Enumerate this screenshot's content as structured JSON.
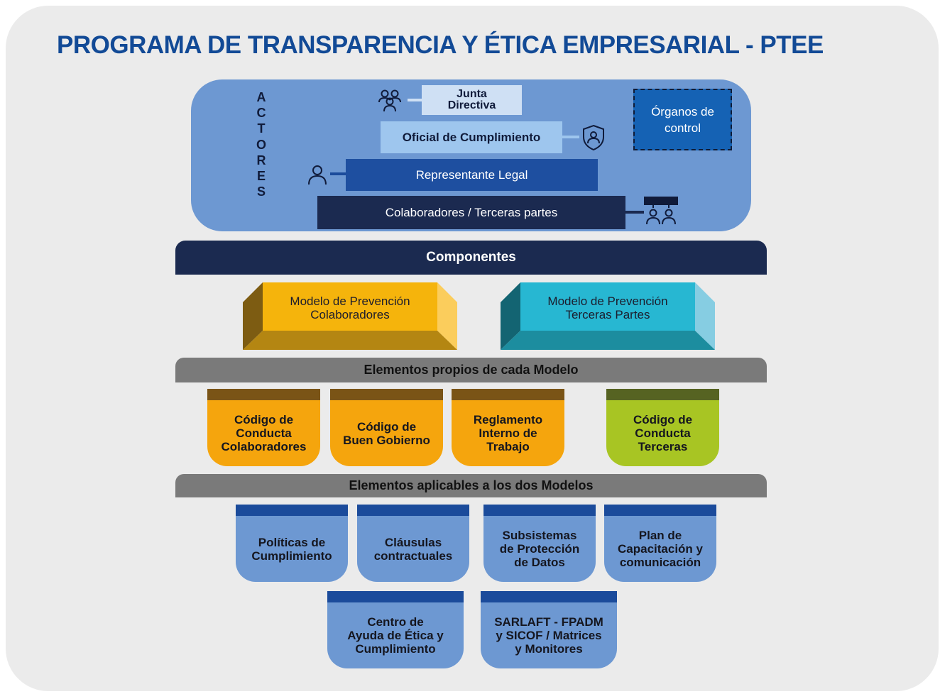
{
  "title": "PROGRAMA DE TRANSPARENCIA Y ÉTICA EMPRESARIAL - PTEE",
  "actores": {
    "vertical_label": [
      "A",
      "C",
      "T",
      "O",
      "R",
      "E",
      "S"
    ],
    "junta": [
      "Junta",
      "Directiva"
    ],
    "oficial": "Oficial de Cumplimiento",
    "representante": "Representante Legal",
    "colaboradores": "Colaboradores / Terceras partes",
    "organos": [
      "Órganos de",
      "control"
    ],
    "icons": [
      "group-icon",
      "shield-user-icon",
      "user-icon",
      "team-meeting-icon"
    ]
  },
  "componentes": {
    "header": "Componentes",
    "modelo_colaboradores": [
      "Modelo de Prevención",
      "Colaboradores"
    ],
    "modelo_terceras": [
      "Modelo de Prevención",
      "Terceras Partes"
    ]
  },
  "propios": {
    "header": "Elementos propios de cada Modelo",
    "items": [
      [
        "Código de",
        "Conducta",
        "Colaboradores"
      ],
      [
        "Código de",
        "Buen Gobierno"
      ],
      [
        "Reglamento",
        "Interno de",
        "Trabajo"
      ],
      [
        "Código de",
        "Conducta",
        "Terceras"
      ]
    ]
  },
  "aplicables": {
    "header": "Elementos aplicables a los dos Modelos",
    "items": [
      [
        "Políticas de",
        "Cumplimiento"
      ],
      [
        "Cláusulas",
        "contractuales"
      ],
      [
        "Subsistemas",
        "de Protección",
        "de Datos"
      ],
      [
        "Plan de",
        "Capacitación y",
        "comunicación"
      ],
      [
        "Centro de",
        "Ayuda de Ética y",
        "Cumplimiento"
      ],
      [
        "SARLAFT - FPADM",
        "y SICOF / Matrices",
        "y Monitores"
      ]
    ]
  },
  "colors": {
    "title": "#124a96",
    "actors_bg": "#6d98d2",
    "dark_navy": "#1b2a50",
    "gray_band": "#7a7a7a",
    "orange": "#f5a50d",
    "green": "#a8c523",
    "blue_tile": "#6d98d2",
    "teal": "#27b7d2"
  }
}
